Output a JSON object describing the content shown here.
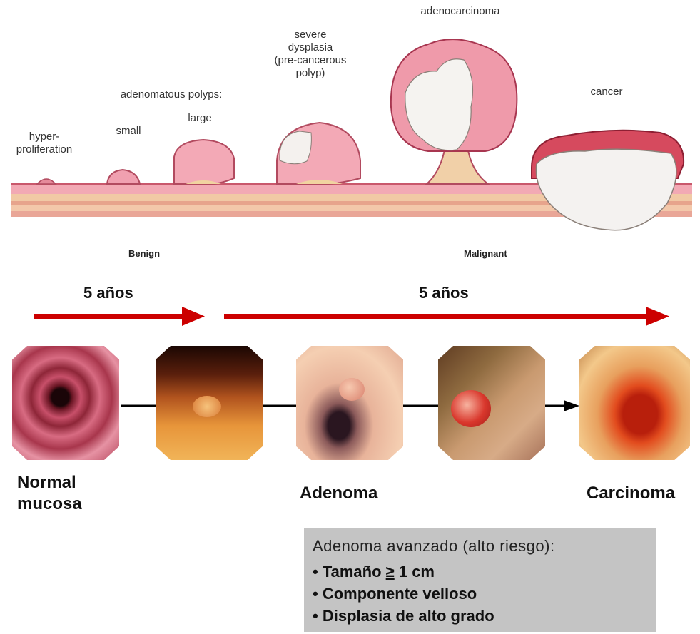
{
  "diagram": {
    "stages": {
      "hyperproliferation": "hyper-\nproliferation",
      "adenomatous_polyps": "adenomatous polyps:",
      "small": "small",
      "large": "large",
      "severe_dysplasia": "severe\ndysplasia\n(pre-cancerous\npolyp)",
      "adenocarcinoma": "adenocarcinoma",
      "cancer": "cancer"
    },
    "brackets": {
      "benign": "Benign",
      "malignant": "Malignant"
    }
  },
  "timeline": {
    "left_years": "5 años",
    "right_years": "5 años",
    "arrow_color": "#cc0000"
  },
  "endoscopy": {
    "images": [
      "normal-mucosa",
      "early-polyp",
      "adenoma",
      "advanced-adenoma",
      "carcinoma"
    ],
    "labels": {
      "normal": "Normal\nmucosa",
      "adenoma": "Adenoma",
      "carcinoma": "Carcinoma"
    }
  },
  "info_box": {
    "title": "Adenoma avanzado (alto riesgo):",
    "bullet": "•",
    "items": {
      "size_prefix": "Tamaño ",
      "size_symbol": "≥",
      "size_suffix": " 1 cm",
      "villous": "Componente velloso",
      "dysplasia": "Displasia de alto grado"
    }
  }
}
